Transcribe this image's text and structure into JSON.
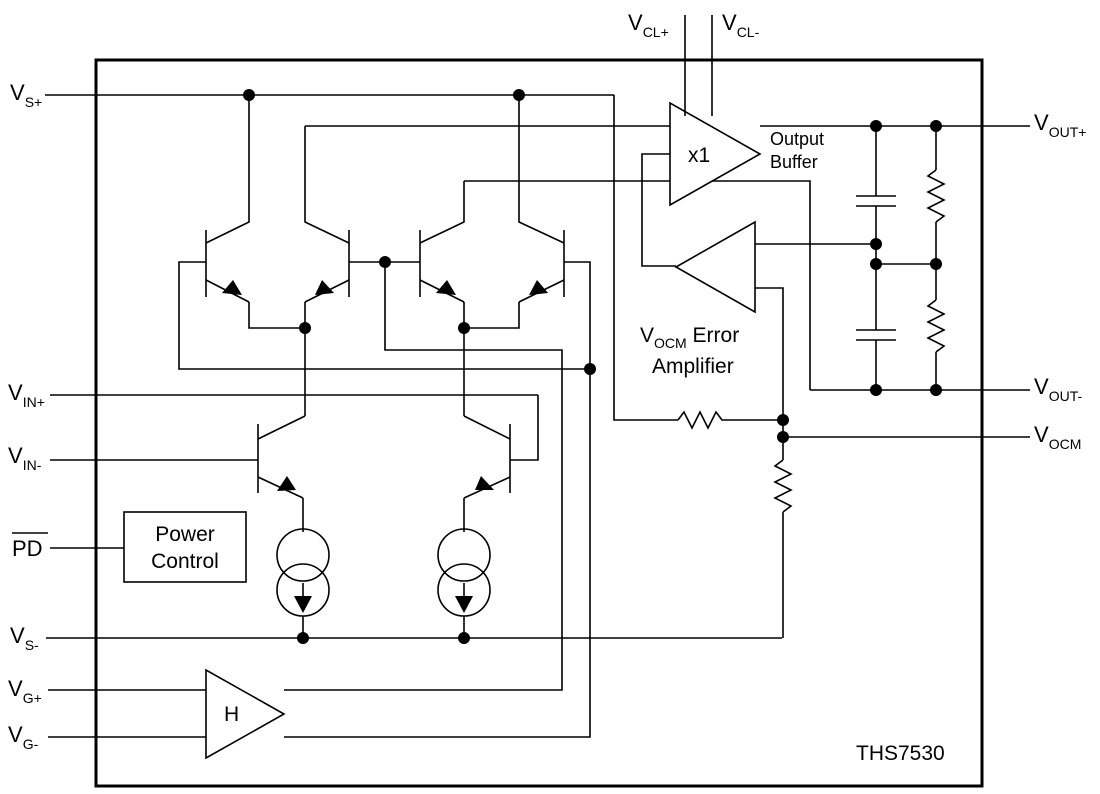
{
  "part_number": "THS7530",
  "pins": {
    "vcl_plus": {
      "main": "V",
      "sub": "CL+"
    },
    "vcl_minus": {
      "main": "V",
      "sub": "CL-"
    },
    "vs_plus": {
      "main": "V",
      "sub": "S+"
    },
    "vin_plus": {
      "main": "V",
      "sub": "IN+"
    },
    "vin_minus": {
      "main": "V",
      "sub": "IN-"
    },
    "pd": {
      "main": "PD"
    },
    "vs_minus": {
      "main": "V",
      "sub": "S-"
    },
    "vg_plus": {
      "main": "V",
      "sub": "G+"
    },
    "vg_minus": {
      "main": "V",
      "sub": "G-"
    },
    "vout_plus": {
      "main": "V",
      "sub": "OUT+"
    },
    "vout_minus": {
      "main": "V",
      "sub": "OUT-"
    },
    "vocm": {
      "main": "V",
      "sub": "OCM"
    }
  },
  "blocks": {
    "output_buffer": {
      "gain": "x1",
      "label_line1": "Output",
      "label_line2": "Buffer"
    },
    "error_amp": {
      "label_main": "V",
      "label_sub": "OCM",
      "label_rest": " Error",
      "label_line2": "Amplifier"
    },
    "power_control": {
      "line1": "Power",
      "line2": "Control"
    },
    "gain_amp": {
      "label": "H"
    }
  }
}
